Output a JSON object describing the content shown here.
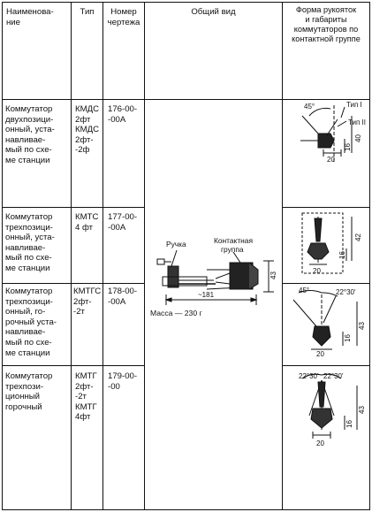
{
  "header": {
    "col_name": "Наименова-\nние",
    "col_type": "Тип",
    "col_drawing": "Номер\nчертежа",
    "col_view": "Общий вид",
    "col_shape": "Форма рукояток\nи габариты\nкоммутаторов по\nконтактной группе"
  },
  "rows": [
    {
      "name": "Коммутатор\nдвухпозици-\nонный, уста-\nнавливае-\nмый по схе-\nме станции",
      "type": "КМДС\n2фт\nКМДС\n2фт-\n-2ф",
      "drawing": "176-00-\n-00А",
      "figure": {
        "angle": "45°",
        "type1": "Тип I",
        "type2": "Тип II",
        "dim_a": "40",
        "dim_b": "16",
        "dim_c": "20"
      }
    },
    {
      "name": "Коммутатор\nтрехпозици-\nонный, уста-\nнавливае-\nмый по схе-\nме станции",
      "type": "КМТС\n4 фт",
      "drawing": "177-00-\n-00А",
      "figure": {
        "dim_a": "42",
        "dim_b": "16",
        "dim_c": "20"
      }
    },
    {
      "name": "Коммутатор\nтрехпозици-\nонный, го-\nрочный уста-\nнавливае-\nмый по схе-\nме станции",
      "type": "КМТГС\n2фт-\n-2т",
      "drawing": "178-00-\n-00А",
      "figure": {
        "angle1": "45°",
        "angle2": "22°30'",
        "dim_a": "43",
        "dim_b": "16",
        "dim_c": "20"
      }
    },
    {
      "name": "Коммутатор\nтрехпози-\nционный\nгорочный",
      "type": "КМТГ\n2фт-\n-2т\nКМТГ\n4фт",
      "drawing": "179-00-\n-00",
      "figure": {
        "angle1": "22°30'",
        "angle2": "22°30'",
        "dim_a": "43",
        "dim_b": "16",
        "dim_c": "20"
      }
    }
  ],
  "general_view": {
    "handle_label": "Ручка",
    "contact_label": "Контактная\nгруппа",
    "length": "~181",
    "height": "43",
    "mass": "Масса — 230 г"
  }
}
